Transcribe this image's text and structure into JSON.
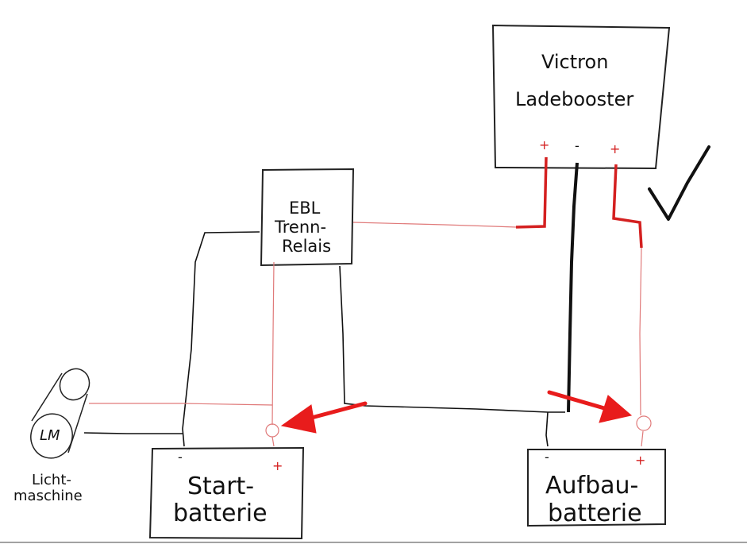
{
  "colors": {
    "wire_black": "#111111",
    "wire_red": "#d42020",
    "wire_thin_red": "#e07a7a",
    "arrow_red": "#e81c1c",
    "box_stroke": "#222222"
  },
  "victron": {
    "line1": "Victron",
    "line2": "Ladebooster",
    "terminals": {
      "plus_left": "+",
      "minus": "-",
      "plus_right": "+"
    }
  },
  "relay": {
    "line1": "EBL",
    "line2": "Trenn-",
    "line3": "Relais"
  },
  "start_battery": {
    "line1": "Start-",
    "line2": "batterie",
    "minus": "-",
    "plus": "+"
  },
  "house_battery": {
    "line1": "Aufbau-",
    "line2": "batterie",
    "minus": "-",
    "plus": "+"
  },
  "alternator": {
    "symbol": "LM",
    "line1": "Licht-",
    "line2": "maschine"
  },
  "checkmark_icon": "check-icon",
  "arrow_icons": [
    "arrow-to-start-plus-icon",
    "arrow-to-house-plus-icon"
  ]
}
